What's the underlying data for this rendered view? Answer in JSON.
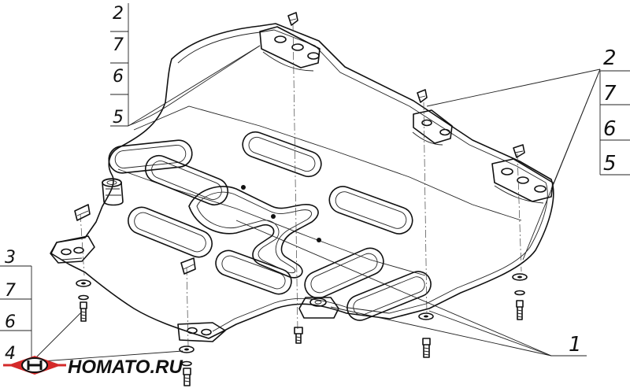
{
  "callouts": {
    "left_top": [
      "2",
      "7",
      "6",
      "5"
    ],
    "right_top": [
      "2",
      "7",
      "6",
      "5"
    ],
    "left_bottom": [
      "3",
      "7",
      "6",
      "4"
    ],
    "bottom_right": "1"
  },
  "watermark": {
    "text": "HOMATO.RU",
    "colors": {
      "accent": "#d42a2a",
      "text": "#111111"
    }
  }
}
